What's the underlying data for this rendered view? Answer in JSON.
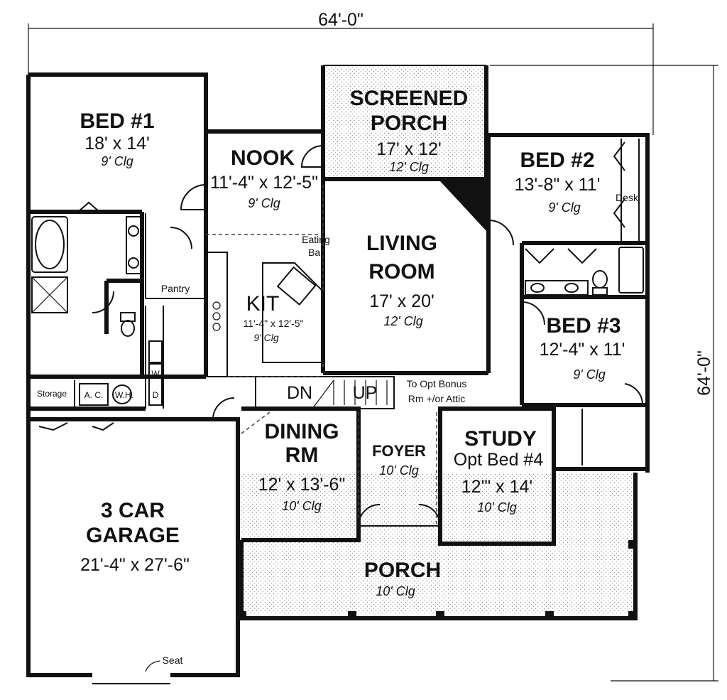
{
  "dimensions": {
    "width_total": "64'-0\"",
    "depth_total": "64'-0\""
  },
  "rooms": {
    "bed1": {
      "name": "BED #1",
      "size": "18' x 14'",
      "ceiling": "9' Clg"
    },
    "nook": {
      "name": "NOOK",
      "size": "11'-4\" x 12'-5\"",
      "ceiling": "9' Clg"
    },
    "screened_porch": {
      "name_line1": "SCREENED",
      "name_line2": "PORCH",
      "size": "17' x 12'",
      "ceiling": "12' Clg"
    },
    "bed2": {
      "name": "BED #2",
      "size": "13'-8\" x 11'",
      "ceiling": "9' Clg",
      "desk": "Desk"
    },
    "living": {
      "name_line1": "LIVING",
      "name_line2": "ROOM",
      "size": "17' x 20'",
      "ceiling": "12' Clg"
    },
    "kitchen": {
      "name": "KIT",
      "size": "11'-4\" x 12'-5\"",
      "ceiling": "9' Clg",
      "eating_bar_line1": "Eating",
      "eating_bar_line2": "Bar",
      "pantry": "Pantry"
    },
    "bed3": {
      "name": "BED #3",
      "size": "12'-4\" x 11'",
      "ceiling": "9' Clg"
    },
    "stairs": {
      "down": "DN",
      "up": "UP",
      "note_line1": "To Opt Bonus",
      "note_line2": "Rm +/or Attic"
    },
    "utility": {
      "storage": "Storage",
      "ac": "A. C.",
      "wh": "W.H.",
      "washer": "W",
      "dryer": "D"
    },
    "dining": {
      "name_line1": "DINING",
      "name_line2": "RM",
      "size": "12' x 13'-6\"",
      "ceiling": "10' Clg"
    },
    "foyer": {
      "name": "FOYER",
      "ceiling": "10' Clg"
    },
    "study": {
      "name": "STUDY",
      "alt": "Opt Bed #4",
      "size": "12'\" x 14'",
      "ceiling": "10' Clg"
    },
    "garage": {
      "name_line1": "3 CAR",
      "name_line2": "GARAGE",
      "size": "21'-4\" x 27'-6\"",
      "seat": "Seat"
    },
    "porch": {
      "name": "PORCH",
      "ceiling": "10' Clg"
    }
  }
}
